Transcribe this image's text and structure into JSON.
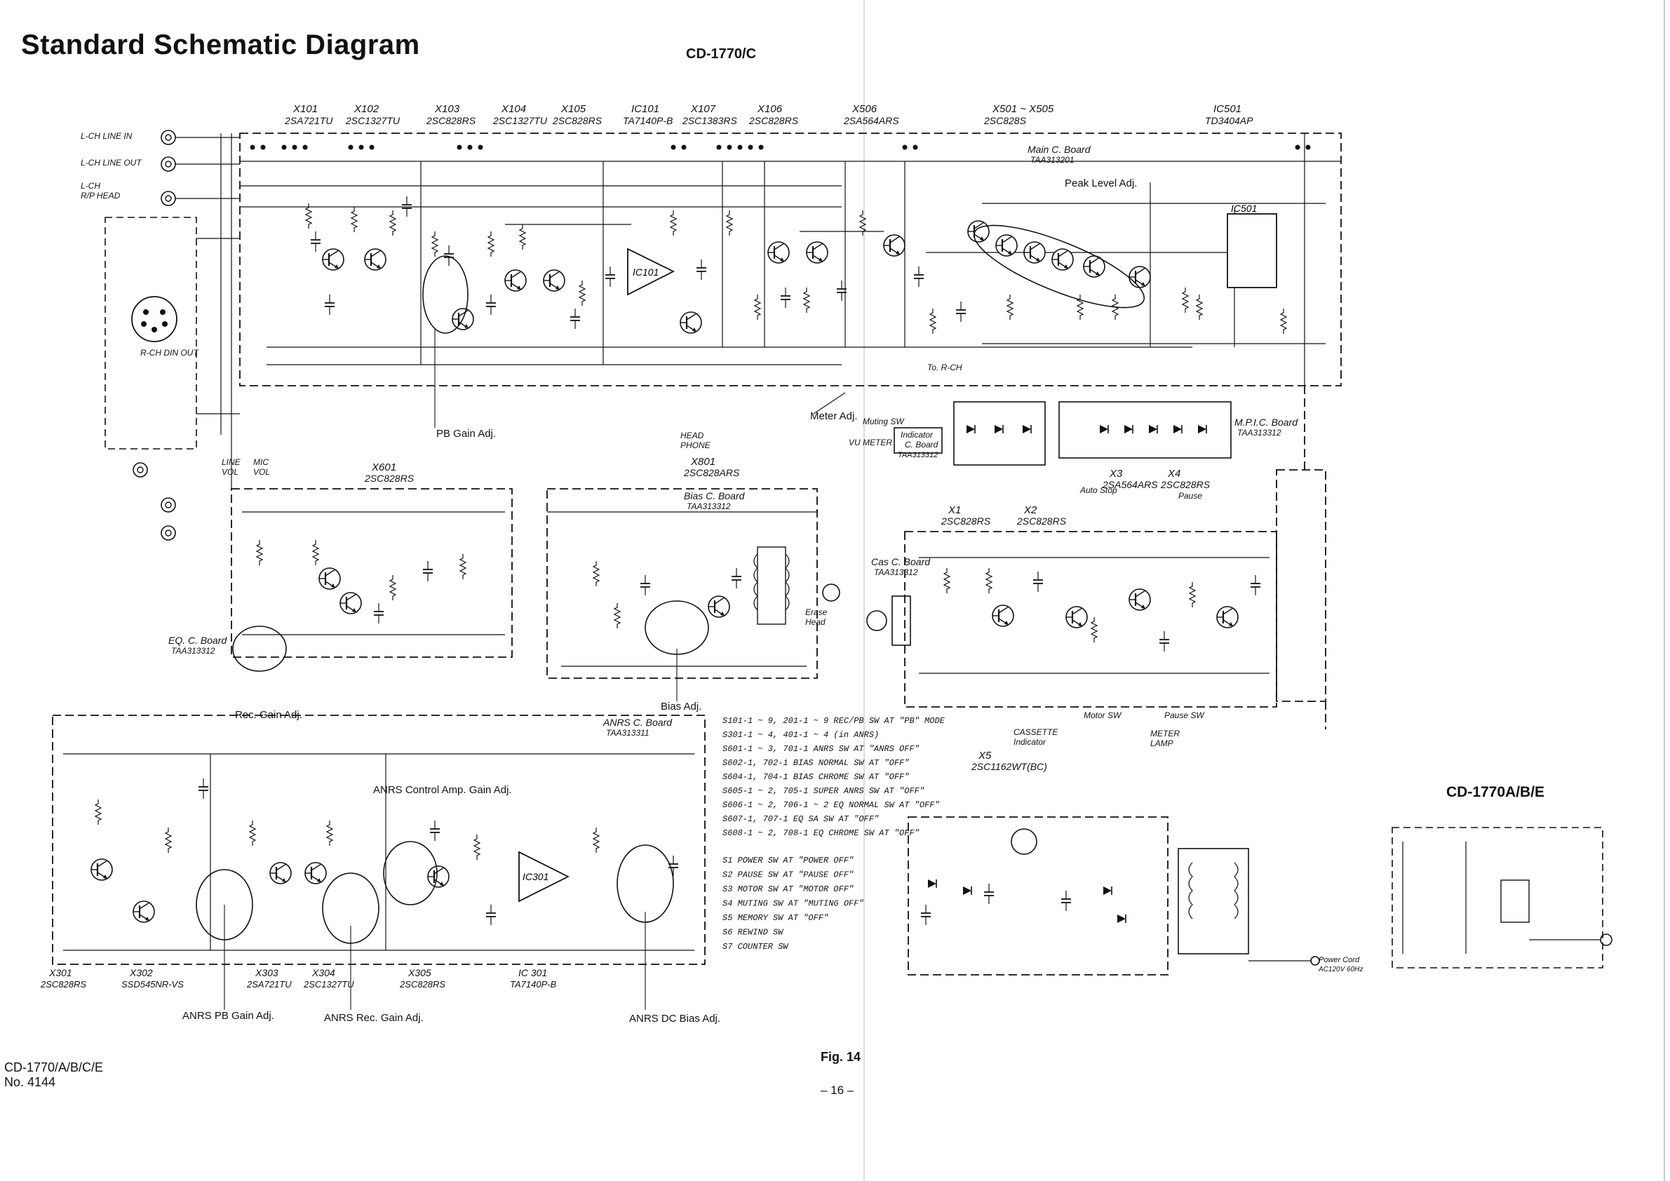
{
  "title": "Standard Schematic Diagram",
  "model_top": "CD-1770/C",
  "model_right": "CD-1770A/B/E",
  "footer": {
    "model": "CD-1770/A/B/C/E",
    "number": "No. 4144"
  },
  "figure": "Fig. 14",
  "page": "– 16 –",
  "transistors_top": [
    {
      "ref": "X101",
      "part": "2SA721TU"
    },
    {
      "ref": "X102",
      "part": "2SC1327TU"
    },
    {
      "ref": "X103",
      "part": "2SC828RS"
    },
    {
      "ref": "X104",
      "part": "2SC1327TU"
    },
    {
      "ref": "X105",
      "part": "2SC828RS"
    },
    {
      "ref": "IC101",
      "part": "TA7140P-B"
    },
    {
      "ref": "X107",
      "part": "2SC1383RS"
    },
    {
      "ref": "X106",
      "part": "2SC828RS"
    },
    {
      "ref": "X506",
      "part": "2SA564ARS"
    },
    {
      "ref": "X501 ~ X505",
      "part": "2SC828S"
    },
    {
      "ref": "IC501",
      "part": "TD3404AP"
    }
  ],
  "io_labels": [
    "L-CH LINE IN",
    "L-CH LINE OUT",
    "L-CH R/P HEAD",
    "R-CH DIN OUT",
    "LINE VOL",
    "MIC VOL",
    "HEAD PHONE",
    "VU METER",
    "Erase Head",
    "Power Cord AC120V 60Hz"
  ],
  "boards": {
    "main": {
      "name": "Main C. Board",
      "code": "TAA313201"
    },
    "bias": {
      "name": "Bias C. Board",
      "code": "TAA313312"
    },
    "eq": {
      "name": "EQ. C. Board",
      "code": "TAA313312"
    },
    "anrs": {
      "name": "ANRS C. Board",
      "code": "TAA313311"
    },
    "cas": {
      "name": "Cas C. Board",
      "code": "TAA313312"
    },
    "mpic": {
      "name": "M.P.I.C. Board",
      "code": "TAA313312"
    },
    "indicator": {
      "name": "Indicator C. Board",
      "code": "TAA313312"
    }
  },
  "adjustments": [
    "Peak Level Adj.",
    "PB Gain Adj.",
    "Meter Adj.",
    "Bias Adj.",
    "Rec. Gain Adj.",
    "ANRS Control Amp. Gain Adj.",
    "ANRS PB Gain Adj.",
    "ANRS Rec. Gain Adj.",
    "ANRS DC Bias Adj."
  ],
  "misc_labels": [
    "To. R-CH",
    "Muting SW",
    "CASSETTE Indicator",
    "Motor SW",
    "Pause SW",
    "METER LAMP",
    "Auto Stop",
    "Pause"
  ],
  "mid_transistors": [
    {
      "ref": "X601",
      "part": "2SC828RS"
    },
    {
      "ref": "X801",
      "part": "2SC828ARS"
    },
    {
      "ref": "X1",
      "part": "2SC828RS"
    },
    {
      "ref": "X2",
      "part": "2SC828RS"
    },
    {
      "ref": "X3",
      "part": "2SA564ARS"
    },
    {
      "ref": "X4",
      "part": "2SC828RS"
    },
    {
      "ref": "X5",
      "part": "2SC1162WT(BC)"
    }
  ],
  "bottom_transistors": [
    {
      "ref": "X301",
      "part": "2SC828RS"
    },
    {
      "ref": "X302",
      "part": "SSD545NR-VS"
    },
    {
      "ref": "X303",
      "part": "2SA721TU"
    },
    {
      "ref": "X304",
      "part": "2SC1327TU"
    },
    {
      "ref": "X305",
      "part": "2SC828RS"
    },
    {
      "ref": "IC 301",
      "part": "TA7140P-B"
    }
  ],
  "switch_positions": [
    "S101-1 ~ 9, 201-1 ~ 9  REC/PB SW AT \"PB\" MODE",
    "S301-1 ~ 4, 401-1 ~ 4  (in ANRS)",
    "S601-1 ~ 3, 701-1  ANRS SW AT \"ANRS OFF\"",
    "S602-1, 702-1  BIAS NORMAL SW AT \"OFF\"",
    "S604-1, 704-1  BIAS CHROME SW AT \"OFF\"",
    "S605-1 ~ 2, 705-1  SUPER ANRS SW AT \"OFF\"",
    "S606-1 ~ 2, 706-1 ~ 2  EQ NORMAL SW AT \"OFF\"",
    "S607-1, 707-1  EQ SA SW AT \"OFF\"",
    "S608-1 ~ 2, 708-1  EQ CHROME SW AT \"OFF\""
  ],
  "switch_legend": [
    "S1  POWER SW AT \"POWER OFF\"",
    "S2  PAUSE SW AT \"PAUSE OFF\"",
    "S3  MOTOR SW AT \"MOTOR OFF\"",
    "S4  MUTING SW AT \"MUTING OFF\"",
    "S5  MEMORY SW AT \"OFF\"",
    "S6  REWIND SW",
    "S7  COUNTER SW"
  ]
}
